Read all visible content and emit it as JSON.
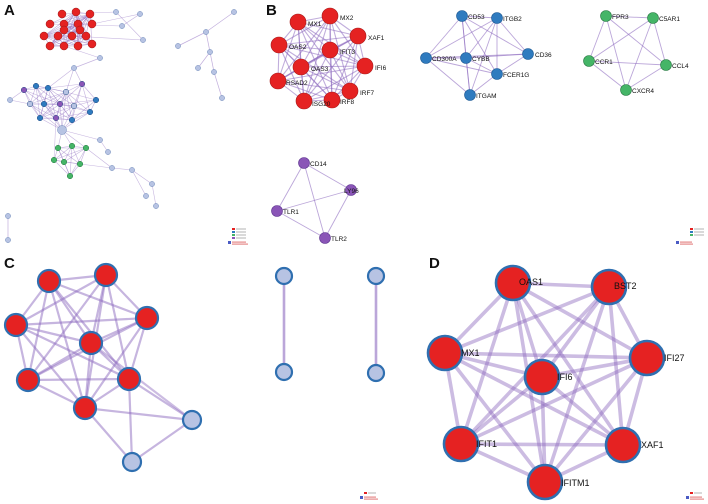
{
  "colors": {
    "edge": "#8e6bbf",
    "red": "#e52222",
    "blue": "#2f7bbf",
    "green": "#45b567",
    "purple": "#8a55b7",
    "light": "#b7c3e3",
    "outline": "#2f6fb0"
  },
  "panels": [
    {
      "letter": "A",
      "labels": []
    },
    {
      "letter": "B",
      "clusters": [
        {
          "color": "red",
          "labels": [
            "MX1",
            "MX2",
            "OAS2",
            "IFIT3",
            "XAF1",
            "OAS3",
            "IFI6",
            "RSAD2",
            "IRF7",
            "ISG20",
            "IRF8"
          ]
        },
        {
          "color": "blue",
          "labels": [
            "CD53",
            "ITGB2",
            "CD300A",
            "CYBB",
            "CD36",
            "FCER1G",
            "ITGAM"
          ]
        },
        {
          "color": "green",
          "labels": [
            "FPR3",
            "C5AR1",
            "CCR1",
            "CCL4",
            "CXCR4"
          ]
        },
        {
          "color": "purple",
          "labels": [
            "CD14",
            "LY96",
            "TLR1",
            "TLR2"
          ]
        }
      ]
    },
    {
      "letter": "C",
      "labels": []
    },
    {
      "letter": "D",
      "labels": [
        "OAS1",
        "BST2",
        "MX1",
        "IFI6",
        "IFI27",
        "IFIT1",
        "XAF1",
        "IFITM1"
      ]
    }
  ]
}
